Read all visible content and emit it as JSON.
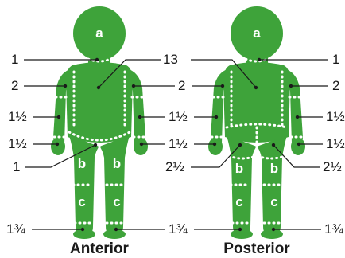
{
  "figures": {
    "anterior": {
      "caption": "Anterior",
      "regions": {
        "head": "a",
        "left_thigh": "b",
        "right_thigh": "b",
        "left_leg": "c",
        "right_leg": "c"
      },
      "labels": {
        "neck": "1",
        "trunk": "13",
        "left_upper_arm": "2",
        "right_upper_arm": "2",
        "left_forearm": "1½",
        "right_forearm": "1½",
        "left_hand": "1½",
        "right_hand": "1½",
        "genitalia": "1",
        "left_foot": "1¾",
        "right_foot": "1¾"
      }
    },
    "posterior": {
      "caption": "Posterior",
      "regions": {
        "head": "a",
        "left_thigh": "b",
        "right_thigh": "b",
        "left_leg": "c",
        "right_leg": "c"
      },
      "labels": {
        "neck": "1",
        "left_upper_arm": "2",
        "right_upper_arm": "2",
        "left_forearm": "1½",
        "right_forearm": "1½",
        "left_hand": "1½",
        "right_hand": "1½",
        "left_buttock": "2½",
        "right_buttock": "2½",
        "right_foot": "1¾"
      }
    }
  }
}
